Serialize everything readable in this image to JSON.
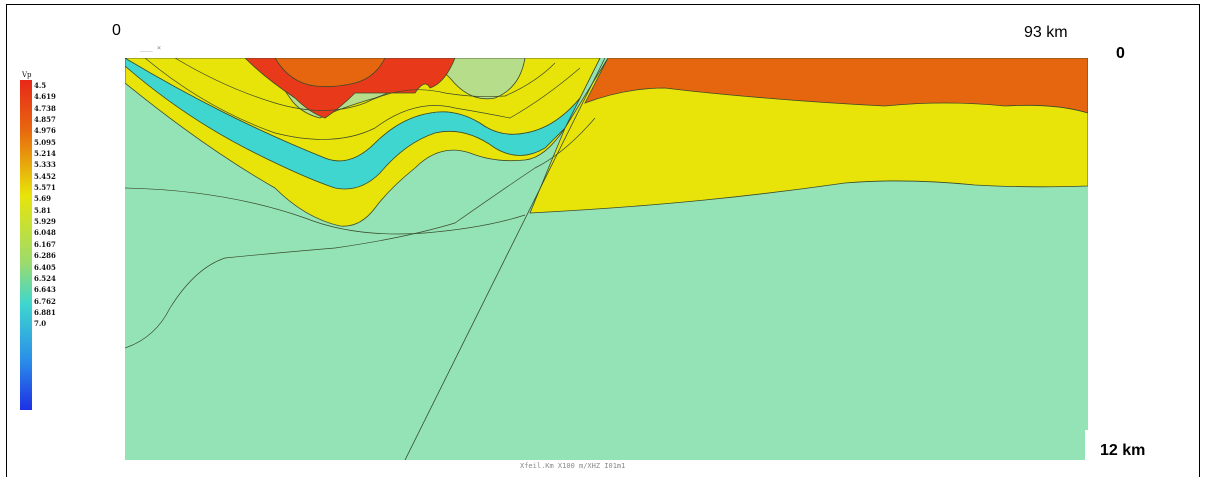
{
  "axes": {
    "x_start": "0",
    "x_end": "93 km",
    "depth_top": "0",
    "depth_bottom": "12 km"
  },
  "scale": {
    "title": "Vp",
    "ticks": [
      "4.5",
      "4.619",
      "4.738",
      "4.857",
      "4.976",
      "5.095",
      "5.214",
      "5.333",
      "5.452",
      "5.571",
      "5.69",
      "5.81",
      "5.929",
      "6.048",
      "6.167",
      "6.286",
      "6.405",
      "6.524",
      "6.643",
      "6.762",
      "6.881",
      "7.0"
    ]
  },
  "caption": "Xfeil.Km X100 m/XHZ  I01m1",
  "corner_note": "___ ×",
  "colors": {
    "layer_red": "#e83a1a",
    "layer_orange": "#e6660f",
    "layer_lightgreen": "#b6de8a",
    "layer_yellow": "#e8e40a",
    "layer_cyan": "#3ed6cf",
    "basement": "#93e3b6",
    "boundary": "#3b4a2a"
  }
}
